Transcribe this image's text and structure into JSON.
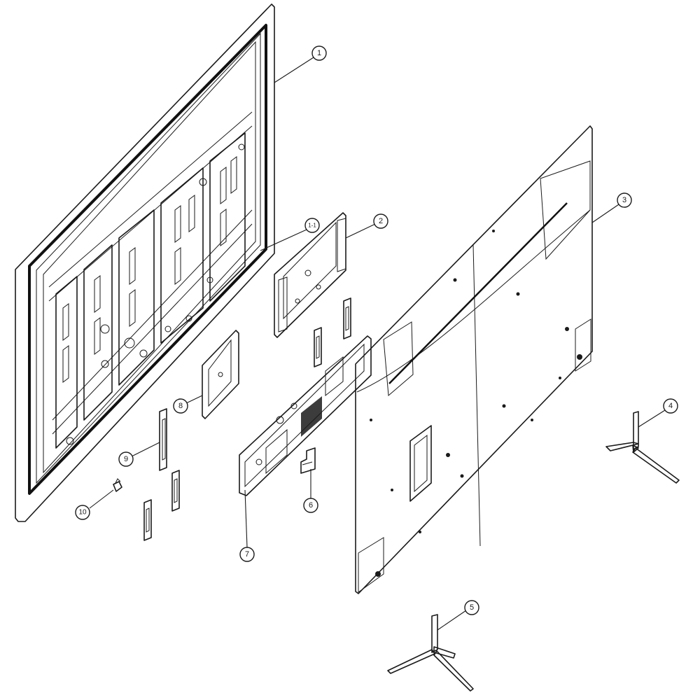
{
  "callouts": {
    "c1": "1",
    "c1_1": "1-1",
    "c2": "2",
    "c3": "3",
    "c4": "4",
    "c5": "5",
    "c6": "6",
    "c7": "7",
    "c8": "8",
    "c9": "9",
    "c10": "10"
  }
}
